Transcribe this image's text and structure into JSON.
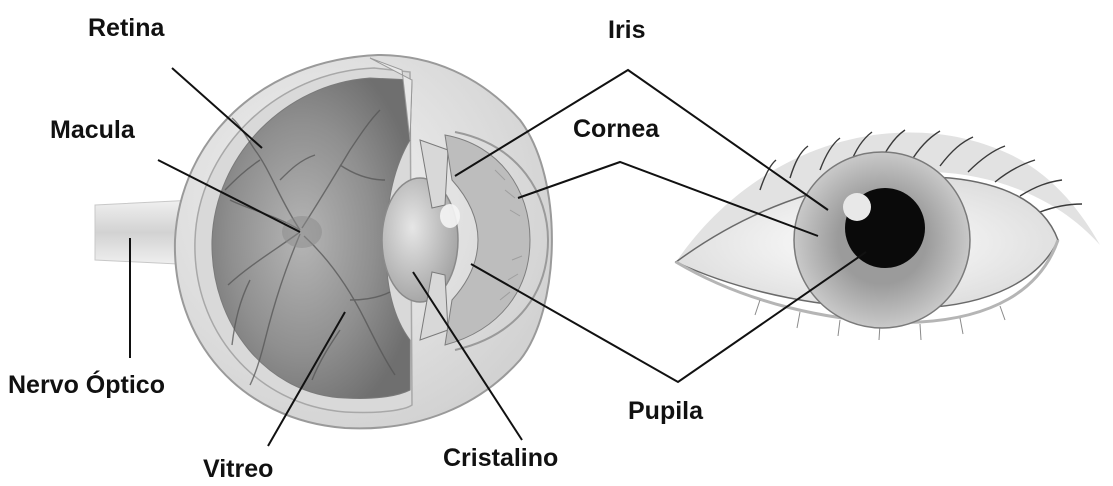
{
  "labels": {
    "retina": "Retina",
    "macula": "Macula",
    "nervo_optico": "Nervo Óptico",
    "vitreo": "Vitreo",
    "cristalino": "Cristalino",
    "pupila": "Pupila",
    "cornea": "Cornea",
    "iris": "Iris"
  },
  "colors": {
    "background": "#ffffff",
    "label_text": "#111111",
    "leader_line": "#111111",
    "eye_interior": "#9a9a9a",
    "pupil": "#0a0a0a"
  }
}
